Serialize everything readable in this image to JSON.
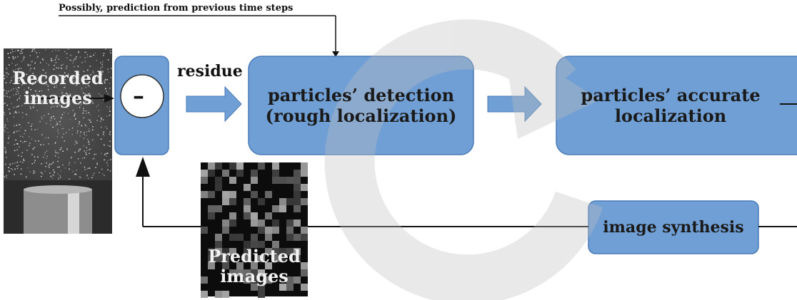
{
  "diagram": {
    "top_note": "Possibly, prediction from previous time steps",
    "recorded_images": {
      "line1": "Recorded",
      "line2": "images"
    },
    "subtract_symbol": "–",
    "residue_label": "residue",
    "detection_box": {
      "line1": "particles’ detection",
      "line2": "(rough localization)"
    },
    "accurate_box": {
      "line1": "particles’ accurate",
      "line2": "localization"
    },
    "synthesis_box": {
      "label": "image synthesis"
    },
    "predicted_images": {
      "line1": "Predicted",
      "line2": "images"
    }
  },
  "colors": {
    "box_fill": "#6f9fd4",
    "box_stroke": "#4a7bb8",
    "line": "#111111",
    "watermark": "#d0d0d0"
  }
}
